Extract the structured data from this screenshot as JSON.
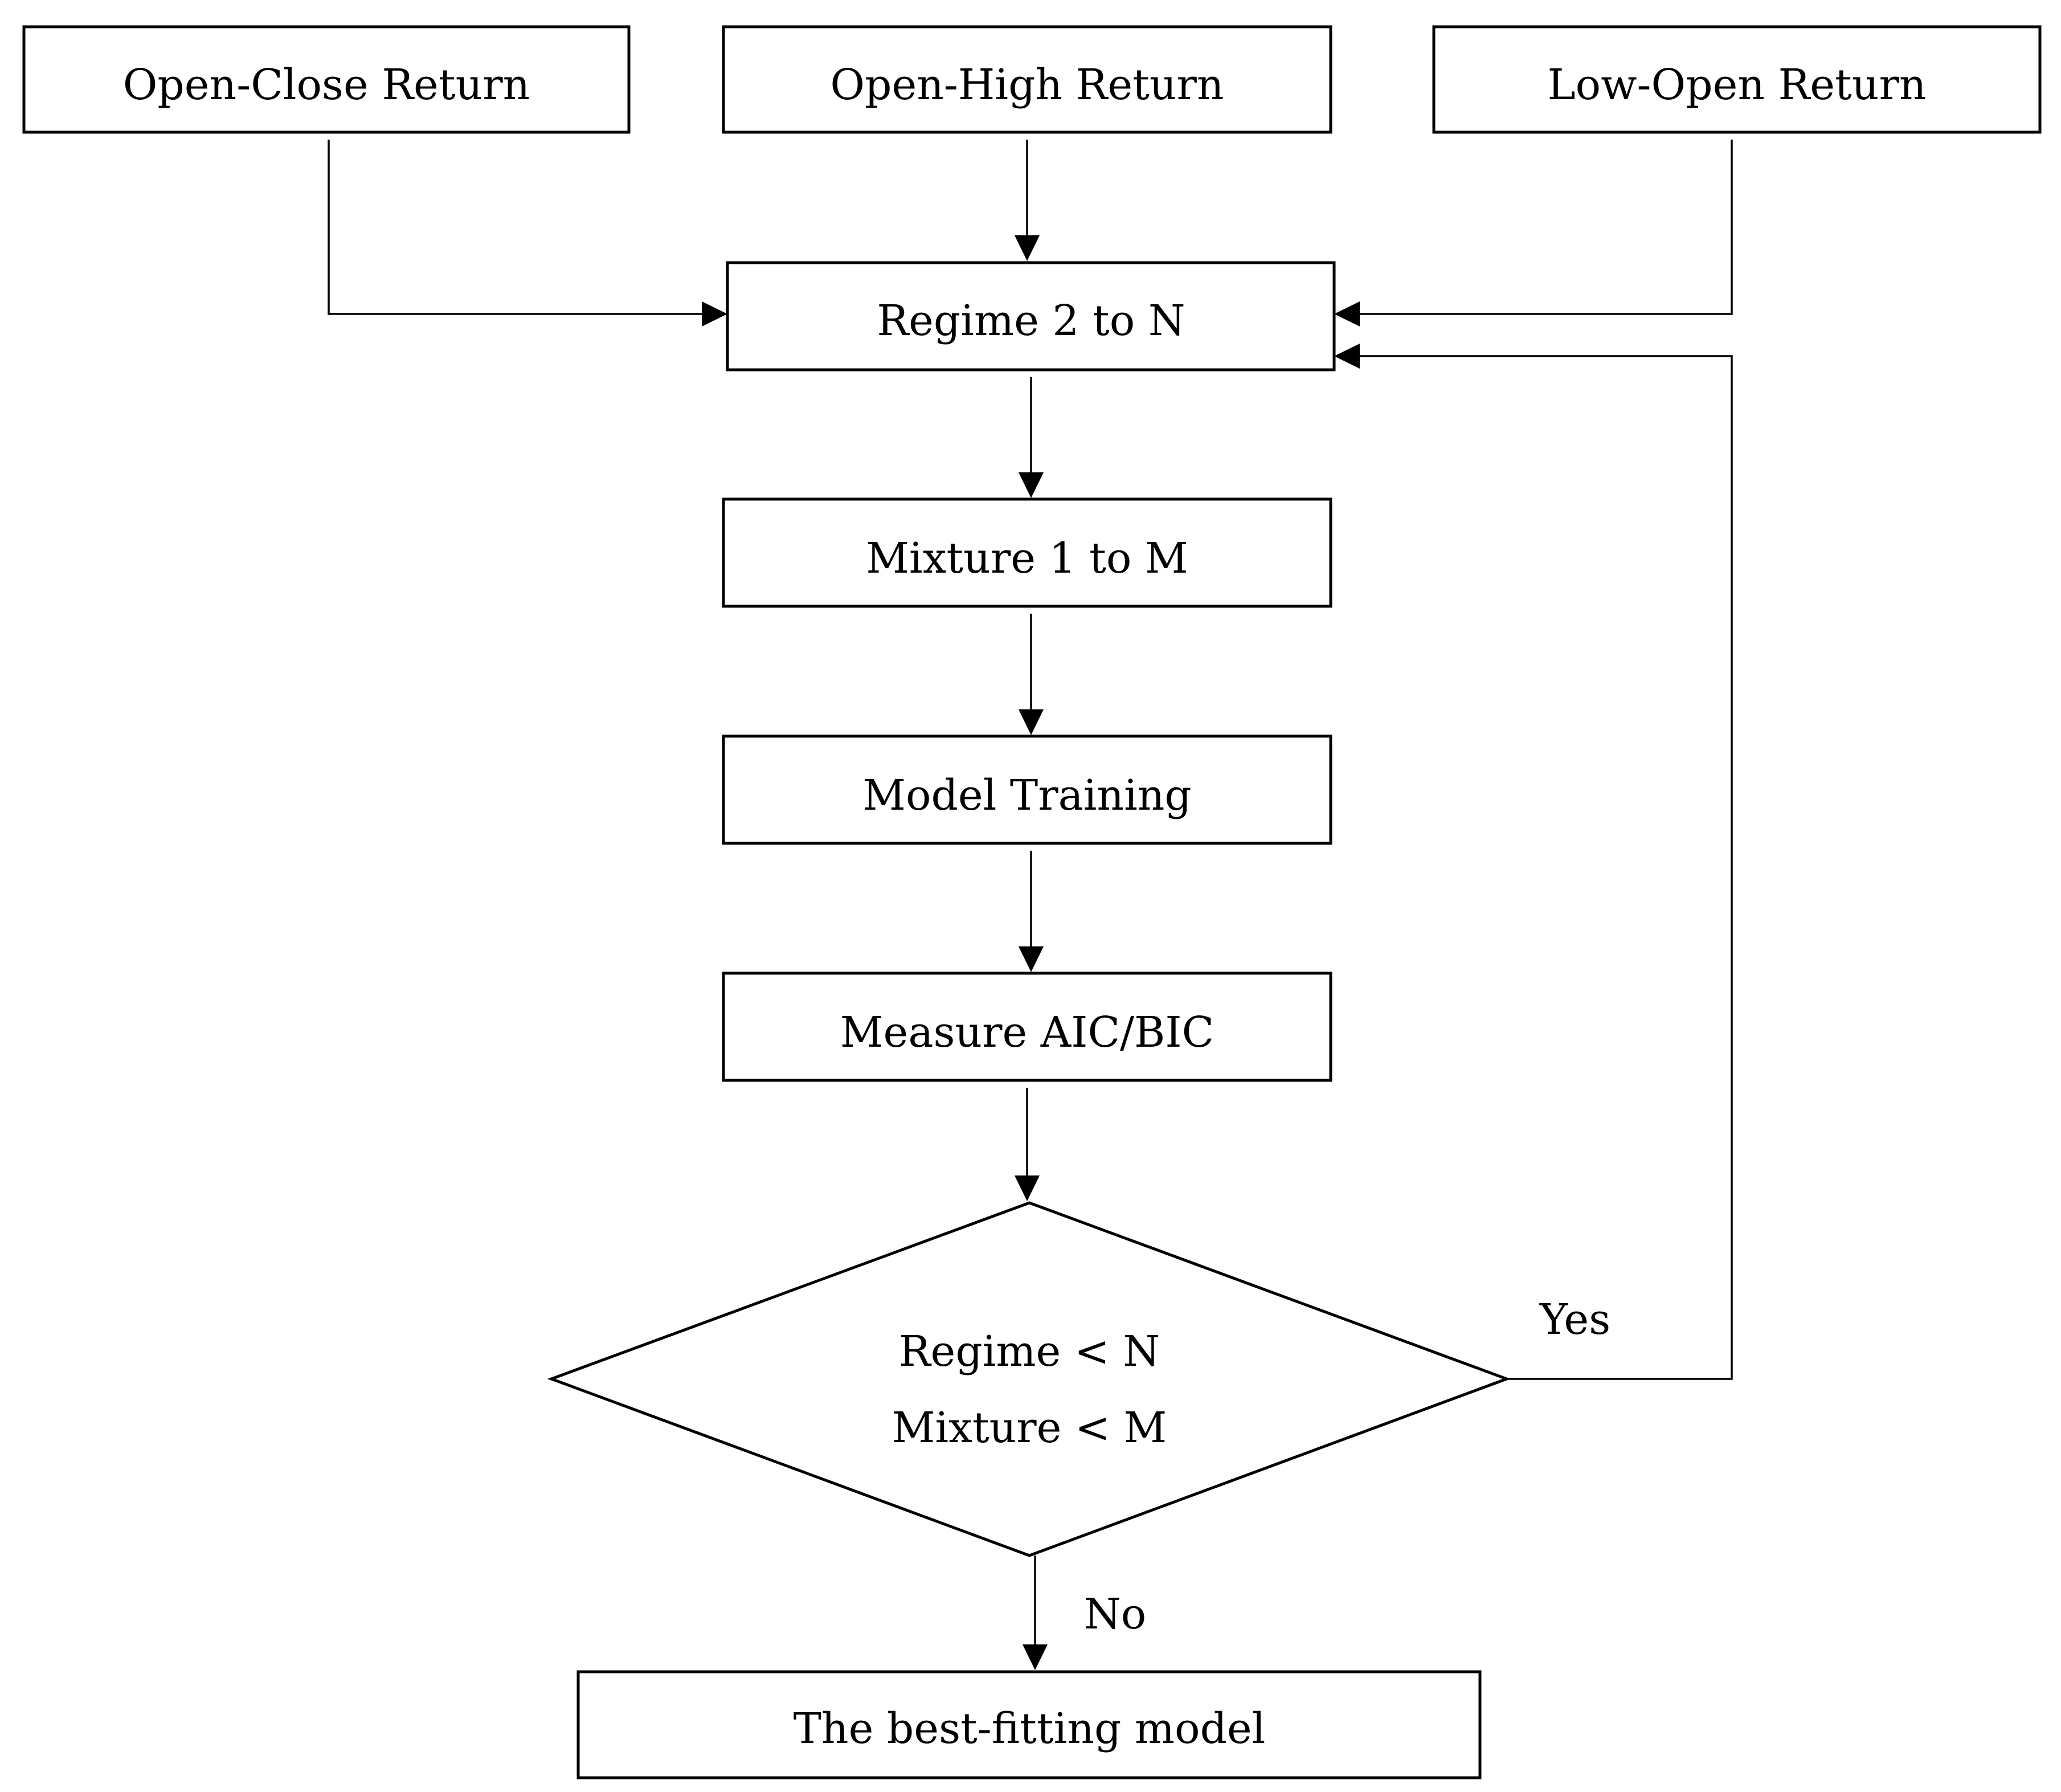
{
  "nodes": {
    "open_close": "Open-Close Return",
    "open_high": "Open-High Return",
    "low_open": "Low-Open Return",
    "regime": "Regime 2 to  N",
    "mixture": "Mixture 1 to  M",
    "training": "Model Training",
    "measure": "Measure AIC/BIC",
    "decision_line1": "Regime <  N",
    "decision_line2": "Mixture <  M",
    "best": "The best-fitting model"
  },
  "edges": {
    "yes": "Yes",
    "no": "No"
  }
}
